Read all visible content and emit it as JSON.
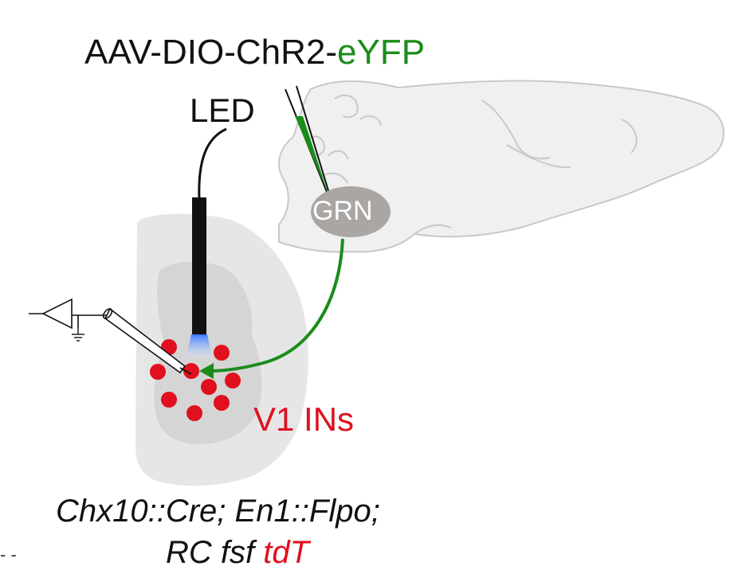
{
  "colors": {
    "text": "#111111",
    "green": "#1a8c1a",
    "red": "#e0101e",
    "brain_fill": "#f0f0f0",
    "brain_stroke": "#c8c8c8",
    "cord_outer": "#e6e6e6",
    "cord_inner": "#d5d5d5",
    "grn_fill": "#a9a6a3",
    "led_blue": "#3b7bff"
  },
  "title": {
    "prefix": "AAV-DIO-ChR2-",
    "highlight": "eYFP"
  },
  "led": {
    "label": "LED"
  },
  "grn": {
    "label": "GRN"
  },
  "v1": {
    "label": "V1 INs"
  },
  "genotype": {
    "line1": "Chx10::Cre; En1::Flpo;",
    "line2_prefix": "RC fsf ",
    "line2_highlight": "tdT"
  },
  "corner": {
    "text": "- -"
  },
  "icons": {
    "brain": "sagittal-brain-outline",
    "cord": "spinal-cord-section",
    "probe": "led-optic-fiber",
    "pipette": "injection-pipette",
    "electrode": "recording-electrode",
    "amplifier": "amplifier-triangle",
    "ground": "ground-symbol",
    "projection": "green-projection-arrow",
    "neurons": "red-neuron-dots"
  }
}
